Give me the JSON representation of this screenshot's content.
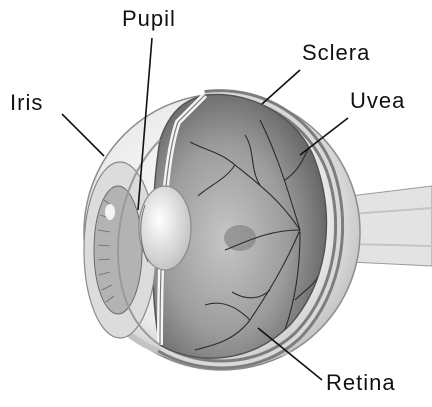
{
  "labels": {
    "pupil": "Pupil",
    "sclera": "Sclera",
    "iris": "Iris",
    "uvea": "Uvea",
    "retina": "Retina"
  },
  "colors": {
    "sclera_outer": "#f2f2f2",
    "sclera_shade": "#c9c9c9",
    "inner_cavity": "#6f6f6f",
    "retina_fundus": "#a7a7a7",
    "vessels": "#2b2b2b",
    "lens": "#e9e9e9",
    "iris_pattern": "#9a9a9a",
    "leader_line": "#111111"
  }
}
